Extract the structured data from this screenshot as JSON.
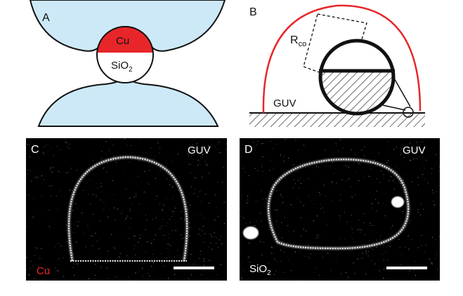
{
  "panels": {
    "a": {
      "label": "A",
      "top_material": "Cu",
      "bottom_material_base": "SiO",
      "bottom_material_sub": "2"
    },
    "b": {
      "label": "B",
      "radius_label_base": "R",
      "radius_label_sub": "co",
      "vesicle_label": "GUV"
    },
    "c": {
      "label": "C",
      "vesicle_label": "GUV",
      "material": "Cu"
    },
    "d": {
      "label": "D",
      "vesicle_label": "GUV",
      "material_base": "SiO",
      "material_sub": "2"
    }
  },
  "colors": {
    "fluid_blue": "#cde9f7",
    "copper_red": "#e8262a",
    "outline": "#111111",
    "micrograph_bg": "#000000",
    "membrane": "#f2f2f2"
  }
}
